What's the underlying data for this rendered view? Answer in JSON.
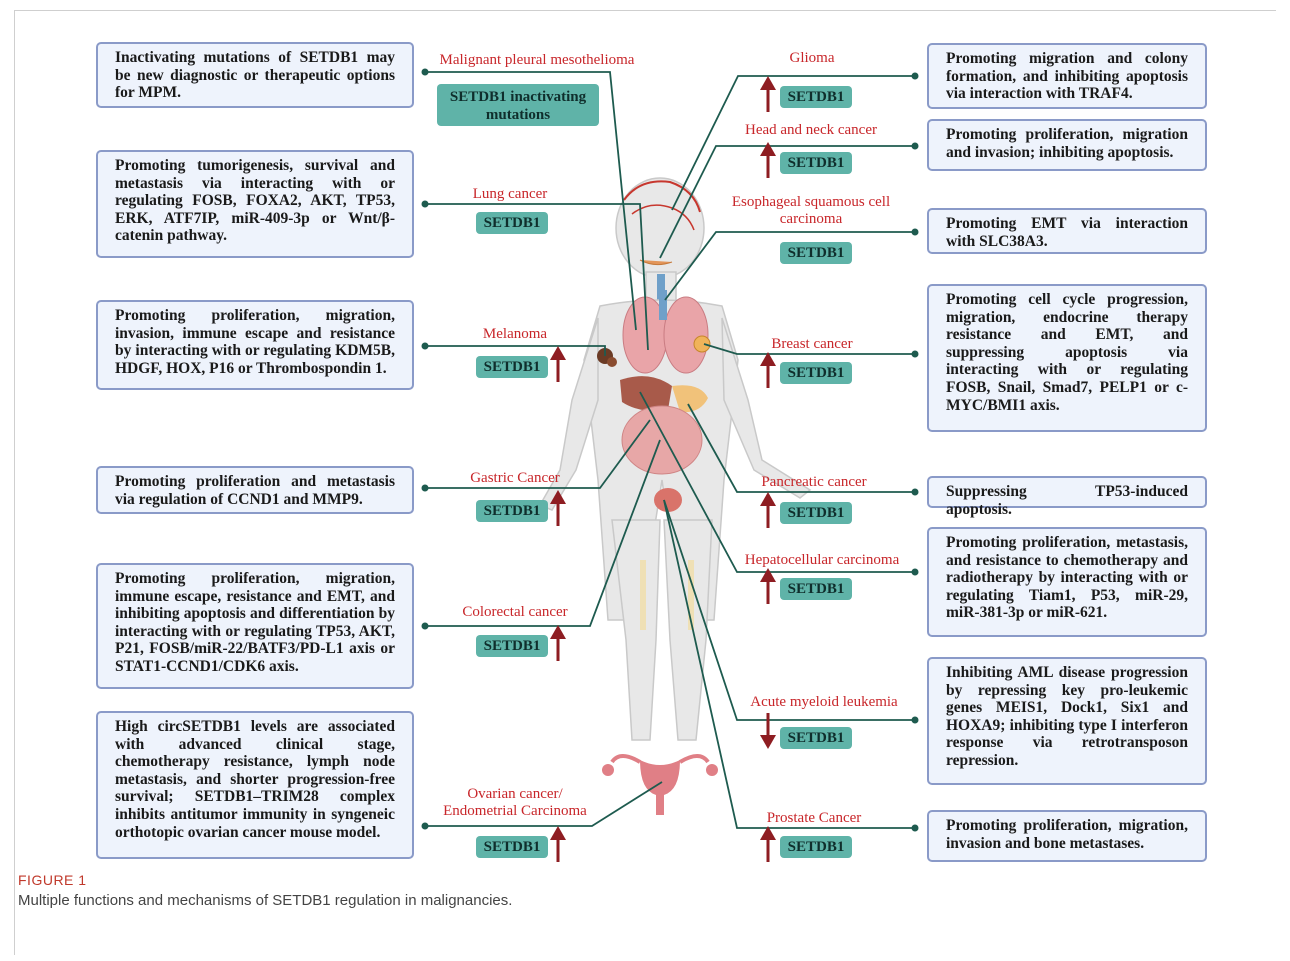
{
  "figure": {
    "label": "FIGURE 1",
    "caption": "Multiple functions and mechanisms of SETDB1 regulation in malignancies."
  },
  "colors": {
    "disease_text": "#c8262a",
    "pill_fill": "#5fb3a8",
    "box_fill": "#eef3fc",
    "box_border": "#8a9ac8",
    "connector": "#1e5b4f",
    "arrow": "#8e1d22"
  },
  "left": [
    {
      "disease": "Malignant pleural mesothelioma",
      "pill": "SETDB1 inactivating mutations",
      "arrow": "none",
      "text": "Inactivating mutations of SETDB1 may be new diagnostic or therapeutic options for MPM."
    },
    {
      "disease": "Lung cancer",
      "pill": "SETDB1",
      "arrow": "none",
      "text": "Promoting tumorigenesis, survival and metastasis via interacting with or regulating FOSB, FOXA2, AKT, TP53, ERK, ATF7IP, miR-409-3p or Wnt/β-catenin pathway."
    },
    {
      "disease": "Melanoma",
      "pill": "SETDB1",
      "arrow": "up",
      "text": "Promoting proliferation, migration, invasion, immune escape and resistance by interacting with or regulating KDM5B, HDGF, HOX, P16 or Thrombospondin 1."
    },
    {
      "disease": "Gastric Cancer",
      "pill": "SETDB1",
      "arrow": "up",
      "text": "Promoting proliferation and metastasis via regulation of CCND1 and MMP9."
    },
    {
      "disease": "Colorectal cancer",
      "pill": "SETDB1",
      "arrow": "up",
      "text": "Promoting proliferation, migration, immune escape, resistance and EMT, and inhibiting apoptosis and differentiation by interacting with or regulating TP53, AKT, P21, FOSB/miR-22/BATF3/PD-L1 axis or STAT1-CCND1/CDK6 axis."
    },
    {
      "disease": "Ovarian cancer/ Endometrial Carcinoma",
      "pill": "SETDB1",
      "arrow": "up",
      "text": "High circSETDB1 levels are associated with advanced clinical stage, chemotherapy resistance, lymph node metastasis, and shorter progression-free survival; SETDB1–TRIM28 complex inhibits antitumor immunity in syngeneic orthotopic ovarian cancer mouse model."
    }
  ],
  "right": [
    {
      "disease": "Glioma",
      "pill": "SETDB1",
      "arrow": "up",
      "text": "Promoting migration and colony formation, and inhibiting apoptosis via interaction with TRAF4."
    },
    {
      "disease": "Head and neck cancer",
      "pill": "SETDB1",
      "arrow": "up",
      "text": "Promoting proliferation, migration and invasion; inhibiting apoptosis."
    },
    {
      "disease": "Esophageal squamous cell carcinoma",
      "pill": "SETDB1",
      "arrow": "none",
      "text": "Promoting EMT via interaction with SLC38A3."
    },
    {
      "disease": "Breast cancer",
      "pill": "SETDB1",
      "arrow": "up",
      "text": "Promoting cell cycle progression, migration, endocrine therapy resistance and EMT, and suppressing apoptosis via interacting with or regulating FOSB, Snail, Smad7, PELP1 or c-MYC/BMI1 axis."
    },
    {
      "disease": "Pancreatic cancer",
      "pill": "SETDB1",
      "arrow": "up",
      "text": "Suppressing TP53-induced apoptosis."
    },
    {
      "disease": "Hepatocellular carcinoma",
      "pill": "SETDB1",
      "arrow": "up",
      "text": "Promoting proliferation, metastasis, and resistance to chemotherapy and radiotherapy by interacting with or regulating Tiam1, P53, miR-29, miR-381-3p or miR-621."
    },
    {
      "disease": "Acute myeloid leukemia",
      "pill": "SETDB1",
      "arrow": "down",
      "text": "Inhibiting AML disease progression by repressing key pro-leukemic genes MEIS1, Dock1, Six1 and HOXA9; inhibiting type I interferon response via retrotransposon repression."
    },
    {
      "disease": "Prostate Cancer",
      "pill": "SETDB1",
      "arrow": "up",
      "text": "Promoting proliferation, migration, invasion and bone metastases."
    }
  ]
}
